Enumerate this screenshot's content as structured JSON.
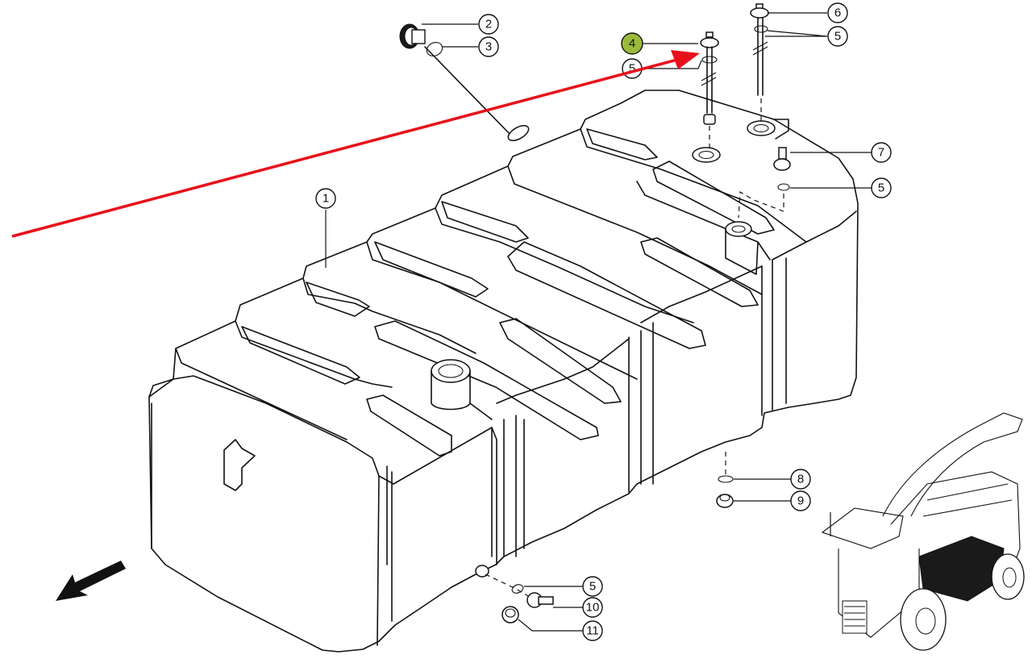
{
  "diagram": {
    "title": "Fuel tank exploded view",
    "highlight_color": "#9aba3c",
    "annotation_arrow_color": "#e8101a",
    "highlighted_callout": "4",
    "callouts": [
      {
        "id": "c1",
        "label": "1",
        "part": "fuel-tank"
      },
      {
        "id": "c2",
        "label": "2",
        "part": "filler-cap"
      },
      {
        "id": "c3",
        "label": "3",
        "part": "o-ring"
      },
      {
        "id": "c4",
        "label": "4",
        "part": "level-sensor",
        "highlighted": true
      },
      {
        "id": "c5a",
        "label": "5",
        "part": "seal-ring"
      },
      {
        "id": "c6",
        "label": "6",
        "part": "level-sensor"
      },
      {
        "id": "c5b",
        "label": "5",
        "part": "seal-ring"
      },
      {
        "id": "c7",
        "label": "7",
        "part": "fitting"
      },
      {
        "id": "c5c",
        "label": "5",
        "part": "seal-ring"
      },
      {
        "id": "c8",
        "label": "8",
        "part": "seal-ring"
      },
      {
        "id": "c9",
        "label": "9",
        "part": "drain-plug"
      },
      {
        "id": "c5d",
        "label": "5",
        "part": "seal-ring"
      },
      {
        "id": "c10",
        "label": "10",
        "part": "fitting"
      },
      {
        "id": "c11",
        "label": "11",
        "part": "plug"
      }
    ],
    "direction_arrow": "forward-direction-arrow",
    "inset": "machine-location-inset"
  }
}
